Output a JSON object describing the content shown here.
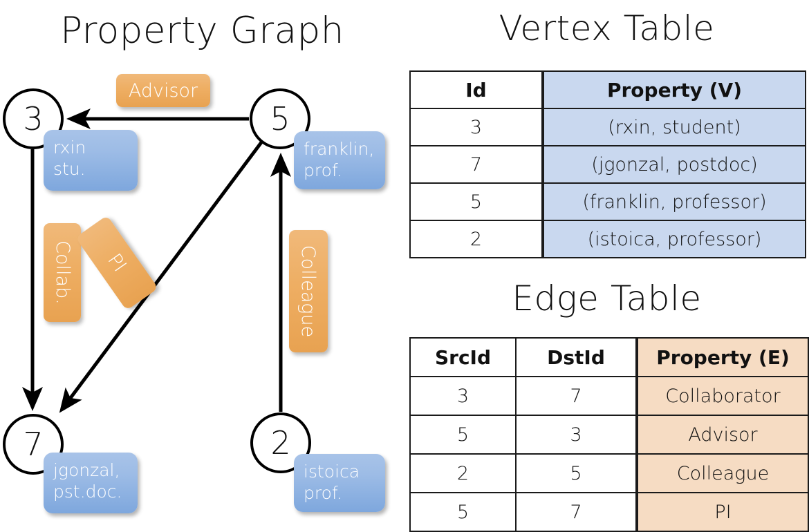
{
  "titles": {
    "property_graph": "Property Graph",
    "vertex_table": "Vertex Table",
    "edge_table": "Edge Table"
  },
  "graph": {
    "nodes": [
      {
        "id": "3",
        "label": "3",
        "property": "rxin\nstu."
      },
      {
        "id": "5",
        "label": "5",
        "property": "franklin,\nprof."
      },
      {
        "id": "7",
        "label": "7",
        "property": "jgonzal,\npst.doc."
      },
      {
        "id": "2",
        "label": "2",
        "property": "istoica\nprof."
      }
    ],
    "edge_labels": {
      "advisor": "Advisor",
      "collab": "Collab.",
      "pi": "PI",
      "colleague": "Colleague"
    },
    "edges": [
      {
        "from": "5",
        "to": "3",
        "label": "Advisor"
      },
      {
        "from": "3",
        "to": "7",
        "label": "Collab."
      },
      {
        "from": "5",
        "to": "7",
        "label": "PI"
      },
      {
        "from": "2",
        "to": "5",
        "label": "Colleague"
      }
    ]
  },
  "vertex_table": {
    "headers": [
      "Id",
      "Property (V)"
    ],
    "rows": [
      {
        "id": "3",
        "property": "(rxin, student)"
      },
      {
        "id": "7",
        "property": "(jgonzal, postdoc)"
      },
      {
        "id": "5",
        "property": "(franklin, professor)"
      },
      {
        "id": "2",
        "property": "(istoica, professor)"
      }
    ]
  },
  "edge_table": {
    "headers": [
      "SrcId",
      "DstId",
      "Property (E)"
    ],
    "rows": [
      {
        "src": "3",
        "dst": "7",
        "property": "Collaborator"
      },
      {
        "src": "5",
        "dst": "3",
        "property": "Advisor"
      },
      {
        "src": "2",
        "dst": "5",
        "property": "Colleague"
      },
      {
        "src": "5",
        "dst": "7",
        "property": "PI"
      }
    ]
  },
  "colors": {
    "vertex_property_fill": "#c9d8ef",
    "edge_property_fill": "#f6dcc3",
    "node_box_blue": "#9dbce6",
    "edge_label_orange": "#eeae63",
    "stroke": "#000000"
  }
}
